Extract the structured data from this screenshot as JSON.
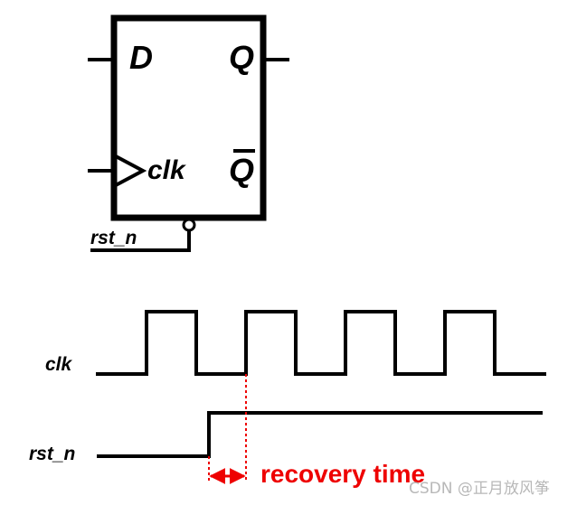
{
  "flipflop": {
    "d_label": "D",
    "q_label": "Q",
    "clk_label": "clk",
    "qbar_label": "Q",
    "reset_label": "rst_n"
  },
  "waveform": {
    "clk_label": "clk",
    "rst_label": "rst_n",
    "annotation": "recovery time"
  },
  "watermark": "CSDN @正月放风筝",
  "colors": {
    "line": "#000000",
    "annotation": "#ee0000",
    "watermark": "#b8b8b8"
  }
}
